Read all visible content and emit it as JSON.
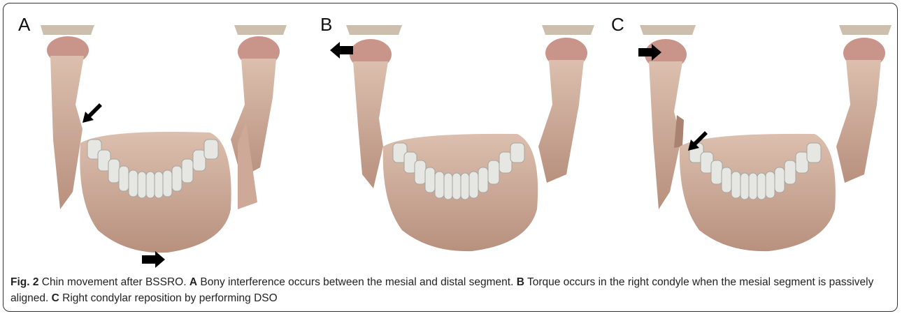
{
  "figure": {
    "panels": [
      {
        "letter": "A",
        "arrows": [
          "arrow pointing down-left toward gap between mesial and distal segment",
          "arrow pointing right at chin"
        ]
      },
      {
        "letter": "B",
        "arrows": [
          "arrow pointing left at right condyle"
        ]
      },
      {
        "letter": "C",
        "arrows": [
          "arrow pointing right at right condyle",
          "arrow pointing down-left at segment junction"
        ]
      }
    ],
    "colors": {
      "bone": "#d6b5a4",
      "bone_shadow": "#a98272",
      "condyle": "#c9958a",
      "fossa": "#cdbfae",
      "teeth": "#e6e6e2",
      "arrow": "#000000",
      "frame": "#333333"
    }
  },
  "caption": {
    "fig_label": "Fig. 2",
    "title": "Chin movement after BSSRO.",
    "a_label": "A",
    "a_text": "Bony interference occurs between the mesial and distal segment.",
    "b_label": "B",
    "b_text": "Torque occurs in the right condyle when the mesial segment is passively aligned.",
    "c_label": "C",
    "c_text": "Right condylar reposition by performing DSO"
  }
}
